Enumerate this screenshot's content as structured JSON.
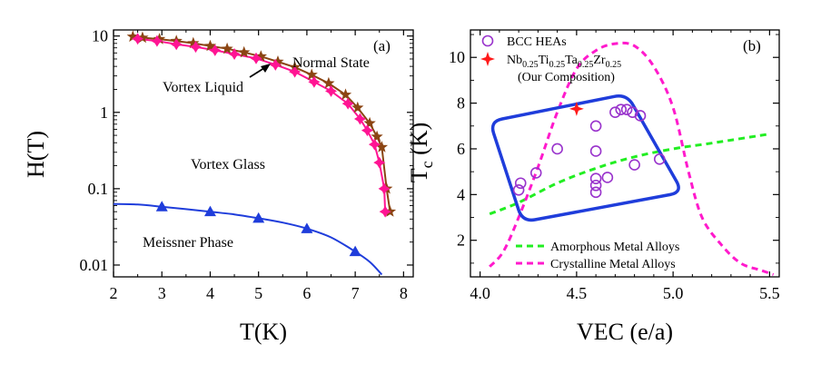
{
  "chart_data": [
    {
      "panel": "(a)",
      "type": "line",
      "xlabel": "T(K)",
      "ylabel": "H(T)",
      "xlim": [
        2,
        8.2
      ],
      "ylim": [
        0.007,
        12
      ],
      "yscale": "log",
      "grid": false,
      "xticks": [
        2,
        3,
        4,
        5,
        6,
        7,
        8
      ],
      "yticks": [
        0.01,
        0.1,
        1,
        10
      ],
      "ytick_labels": [
        "0.01",
        "0.1",
        "1",
        "10"
      ],
      "series": [
        {
          "color": "#8B4513",
          "marker": "star",
          "points": [
            [
              2.4,
              9.8
            ],
            [
              2.6,
              9.5
            ],
            [
              2.95,
              9.1
            ],
            [
              3.3,
              8.6
            ],
            [
              3.65,
              8.05
            ],
            [
              4.0,
              7.4
            ],
            [
              4.35,
              6.8
            ],
            [
              4.7,
              6.1
            ],
            [
              5.05,
              5.4
            ],
            [
              5.4,
              4.6
            ],
            [
              5.75,
              3.9
            ],
            [
              6.1,
              3.1
            ],
            [
              6.45,
              2.4
            ],
            [
              6.8,
              1.7
            ],
            [
              7.05,
              1.15
            ],
            [
              7.3,
              0.72
            ],
            [
              7.45,
              0.48
            ],
            [
              7.55,
              0.35
            ],
            [
              7.65,
              0.1
            ],
            [
              7.72,
              0.05
            ]
          ]
        },
        {
          "color": "#FF1493",
          "marker": "diamond",
          "points": [
            [
              2.5,
              9.2
            ],
            [
              2.9,
              8.6
            ],
            [
              3.3,
              7.8
            ],
            [
              3.7,
              7.2
            ],
            [
              4.1,
              6.5
            ],
            [
              4.5,
              5.8
            ],
            [
              4.95,
              5.1
            ],
            [
              5.35,
              4.2
            ],
            [
              5.75,
              3.4
            ],
            [
              6.15,
              2.5
            ],
            [
              6.5,
              1.9
            ],
            [
              6.85,
              1.3
            ],
            [
              7.1,
              0.82
            ],
            [
              7.25,
              0.58
            ],
            [
              7.4,
              0.38
            ],
            [
              7.5,
              0.22
            ],
            [
              7.6,
              0.1
            ],
            [
              7.62,
              0.05
            ]
          ]
        },
        {
          "color": "#1f3ddb",
          "marker": "triangle",
          "points": [
            [
              3.0,
              0.058
            ],
            [
              4.0,
              0.05
            ],
            [
              5.0,
              0.041
            ],
            [
              6.0,
              0.03
            ],
            [
              7.0,
              0.015
            ]
          ],
          "curve": [
            [
              2.0,
              0.063
            ],
            [
              2.5,
              0.062
            ],
            [
              3.0,
              0.058
            ],
            [
              3.5,
              0.054
            ],
            [
              4.0,
              0.05
            ],
            [
              4.5,
              0.046
            ],
            [
              5.0,
              0.041
            ],
            [
              5.5,
              0.036
            ],
            [
              6.0,
              0.03
            ],
            [
              6.5,
              0.023
            ],
            [
              7.0,
              0.015
            ],
            [
              7.3,
              0.011
            ],
            [
              7.55,
              0.0075
            ]
          ]
        }
      ],
      "annotations": [
        "Normal State",
        "Vortex Liquid",
        "Vortex Glass",
        "Meissner Phase"
      ]
    },
    {
      "panel": "(b)",
      "type": "scatter",
      "xlabel": "VEC (e/a)",
      "ylabel": "T",
      "ylabel_sub": "c",
      "ylabel_unit": "(K)",
      "xlim": [
        3.95,
        5.55
      ],
      "ylim": [
        0.4,
        11.2
      ],
      "grid": false,
      "xticks": [
        4.0,
        4.5,
        5.0,
        5.5
      ],
      "xtick_labels": [
        "4.0",
        "4.5",
        "5.0",
        "5.5"
      ],
      "yticks": [
        2,
        4,
        6,
        8,
        10
      ],
      "legend_position": "top-left",
      "legend": {
        "bcc_label": "BCC HEAs",
        "comp_main": "Nb",
        "comp_parts": [
          {
            "el": "Nb",
            "sub": "0.25"
          },
          {
            "el": "Ti",
            "sub": "0.25"
          },
          {
            "el": "Ta",
            "sub": "0.25"
          },
          {
            "el": "Zr",
            "sub": "0.25"
          }
        ],
        "comp_note": "(Our Composition)",
        "amorphous_label": "Amorphous Metal Alloys",
        "crystalline_label": "Crystalline Metal Alloys"
      },
      "bcc_heas": [
        [
          4.2,
          4.2
        ],
        [
          4.21,
          4.5
        ],
        [
          4.29,
          4.95
        ],
        [
          4.4,
          6.0
        ],
        [
          4.6,
          7.0
        ],
        [
          4.6,
          5.9
        ],
        [
          4.6,
          4.7
        ],
        [
          4.6,
          4.4
        ],
        [
          4.6,
          4.1
        ],
        [
          4.66,
          4.75
        ],
        [
          4.7,
          7.6
        ],
        [
          4.73,
          7.72
        ],
        [
          4.76,
          7.72
        ],
        [
          4.79,
          7.6
        ],
        [
          4.8,
          5.3
        ],
        [
          4.83,
          7.45
        ],
        [
          4.93,
          5.55
        ]
      ],
      "our_composition": [
        4.5,
        7.75
      ],
      "amorphous": [
        [
          4.05,
          3.15
        ],
        [
          4.2,
          3.65
        ],
        [
          4.4,
          4.5
        ],
        [
          4.6,
          5.15
        ],
        [
          4.8,
          5.65
        ],
        [
          5.0,
          6.0
        ],
        [
          5.2,
          6.25
        ],
        [
          5.5,
          6.65
        ]
      ],
      "crystalline": [
        [
          4.05,
          0.85
        ],
        [
          4.12,
          1.5
        ],
        [
          4.2,
          3.0
        ],
        [
          4.3,
          5.2
        ],
        [
          4.4,
          7.6
        ],
        [
          4.5,
          9.5
        ],
        [
          4.6,
          10.3
        ],
        [
          4.7,
          10.6
        ],
        [
          4.8,
          10.5
        ],
        [
          4.9,
          9.6
        ],
        [
          5.0,
          7.8
        ],
        [
          5.08,
          5.0
        ],
        [
          5.15,
          3.0
        ],
        [
          5.25,
          1.8
        ],
        [
          5.35,
          1.0
        ],
        [
          5.45,
          0.7
        ],
        [
          5.52,
          0.5
        ]
      ],
      "region": [
        [
          4.05,
          7.2
        ],
        [
          4.76,
          8.4
        ],
        [
          5.05,
          4.1
        ],
        [
          4.22,
          2.8
        ]
      ],
      "region_color": "#1f3ddb"
    }
  ]
}
